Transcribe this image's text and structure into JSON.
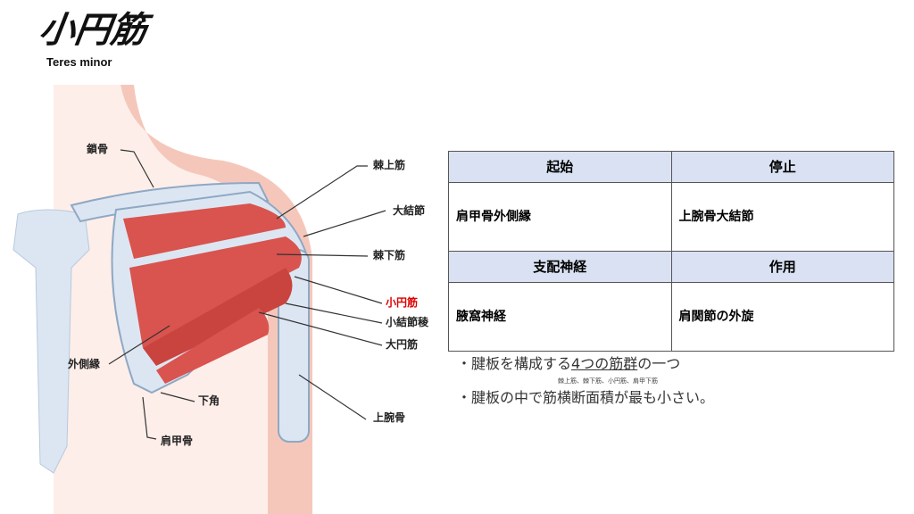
{
  "title": "小円筋",
  "subtitle": "Teres minor",
  "labels": {
    "clavicle": "鎖骨",
    "supraspinatus": "棘上筋",
    "greater_tubercle": "大結節",
    "infraspinatus": "棘下筋",
    "teres_minor": "小円筋",
    "lesser_tubercle_crest": "小結節稜",
    "teres_major": "大円筋",
    "lateral_border": "外側縁",
    "inferior_angle": "下角",
    "humerus": "上腕骨",
    "scapula": "肩甲骨"
  },
  "table": {
    "headers1": [
      "起始",
      "停止"
    ],
    "row1": [
      "肩甲骨外側縁",
      "上腕骨大結節"
    ],
    "headers2": [
      "支配神経",
      "作用"
    ],
    "row2": [
      "腋窩神経",
      "肩関節の外旋"
    ]
  },
  "notes": {
    "line1_pre": "・腱板を構成する",
    "line1_u": "4つの筋群",
    "line1_post": "の一つ",
    "ruby": "棘上筋、棘下筋、小円筋、肩甲下筋",
    "line2": "・腱板の中で筋横断面積が最も小さい。"
  },
  "colors": {
    "muscle": "#d9534f",
    "bone": "#dce6f2",
    "skin": "#f7cfc4",
    "accent_red": "#dd0000",
    "table_header": "#d9e1f2"
  }
}
